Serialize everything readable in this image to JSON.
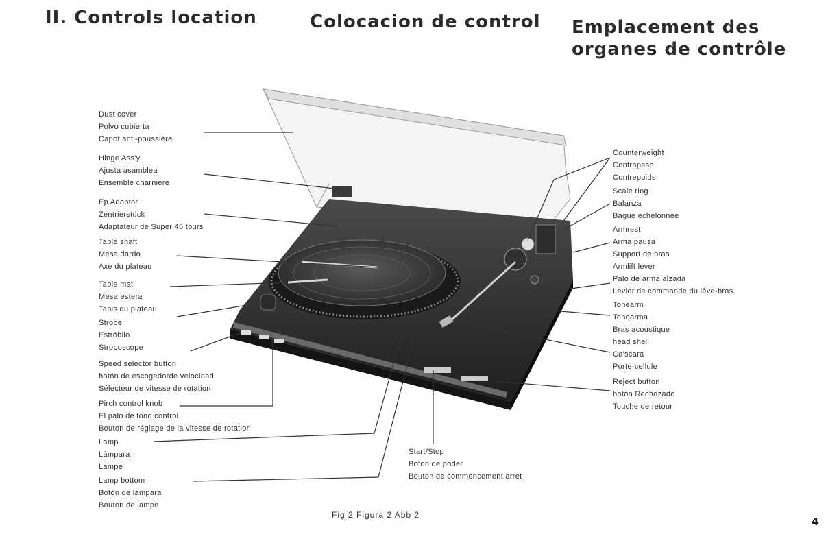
{
  "headings": {
    "english": "II. Controls location",
    "spanish": "Colocacion de control",
    "french_line1": "Emplacement des",
    "french_line2": "organes de contrôle"
  },
  "labels_left": [
    {
      "id": "dust-cover",
      "lines": [
        "Dust cover",
        "Polvo cubierta",
        "Capot anti-poussière"
      ]
    },
    {
      "id": "hinge-assy",
      "lines": [
        "Hinge Ass'y",
        "Ajusta asamblea",
        "Ensemble charnière"
      ]
    },
    {
      "id": "ep-adaptor",
      "lines": [
        "Ep Adaptor",
        "Zentrierstück",
        "Adaptateur de Super 45 tours"
      ]
    },
    {
      "id": "table-shaft",
      "lines": [
        "Table shaft",
        "Mesa dardo",
        "Axe du plateau"
      ]
    },
    {
      "id": "table-mat",
      "lines": [
        "Table mat",
        "Mesa estera",
        "Tapis du plateau"
      ]
    },
    {
      "id": "strobe",
      "lines": [
        "Strobe",
        "Estróbilo",
        "Stroboscope"
      ]
    },
    {
      "id": "speed-selector",
      "lines": [
        "Speed selector button",
        "botón de escogedorde velocidad",
        "Sélecteur de vitesse de rotation"
      ]
    },
    {
      "id": "pitch-control",
      "lines": [
        "Pirch control knob",
        "El palo de tono control",
        "Bouton de réglage de la vitesse de rotation"
      ]
    },
    {
      "id": "lamp",
      "lines": [
        "Lamp",
        "Lámpara",
        "Lampe"
      ]
    },
    {
      "id": "lamp-bottom",
      "lines": [
        "Lamp bottom",
        "Botón de lámpara",
        "Bouton de lampe"
      ]
    }
  ],
  "labels_right": [
    {
      "id": "counterweight",
      "lines": [
        "Counterweight",
        "Contrapeso",
        "Contrepoids"
      ]
    },
    {
      "id": "scale-ring",
      "lines": [
        "Scale ring",
        "Balanza",
        "Bague échelonnée"
      ]
    },
    {
      "id": "armrest",
      "lines": [
        "Armrest",
        "Arma pausa",
        "Support de bras"
      ]
    },
    {
      "id": "armlift-lever",
      "lines": [
        "Armlift lever",
        "Palo de arma alzada",
        "Levier de commande du lève-bras"
      ]
    },
    {
      "id": "tonearm",
      "lines": [
        "Tonearm",
        "Tonoarma",
        "Bras acoustique"
      ]
    },
    {
      "id": "head-shell",
      "lines": [
        "head shell",
        "Ca'scara",
        "Porte-cellule"
      ]
    },
    {
      "id": "reject-button",
      "lines": [
        "Reject button",
        "botón Rechazado",
        "Touche de retour"
      ]
    }
  ],
  "label_bottom": {
    "id": "start-stop",
    "lines": [
      "Start/Stop",
      "Boton de poder",
      "Bouton de commencement arret"
    ]
  },
  "caption": "Fig 2 Figura 2 Abb 2",
  "page_number": "4"
}
